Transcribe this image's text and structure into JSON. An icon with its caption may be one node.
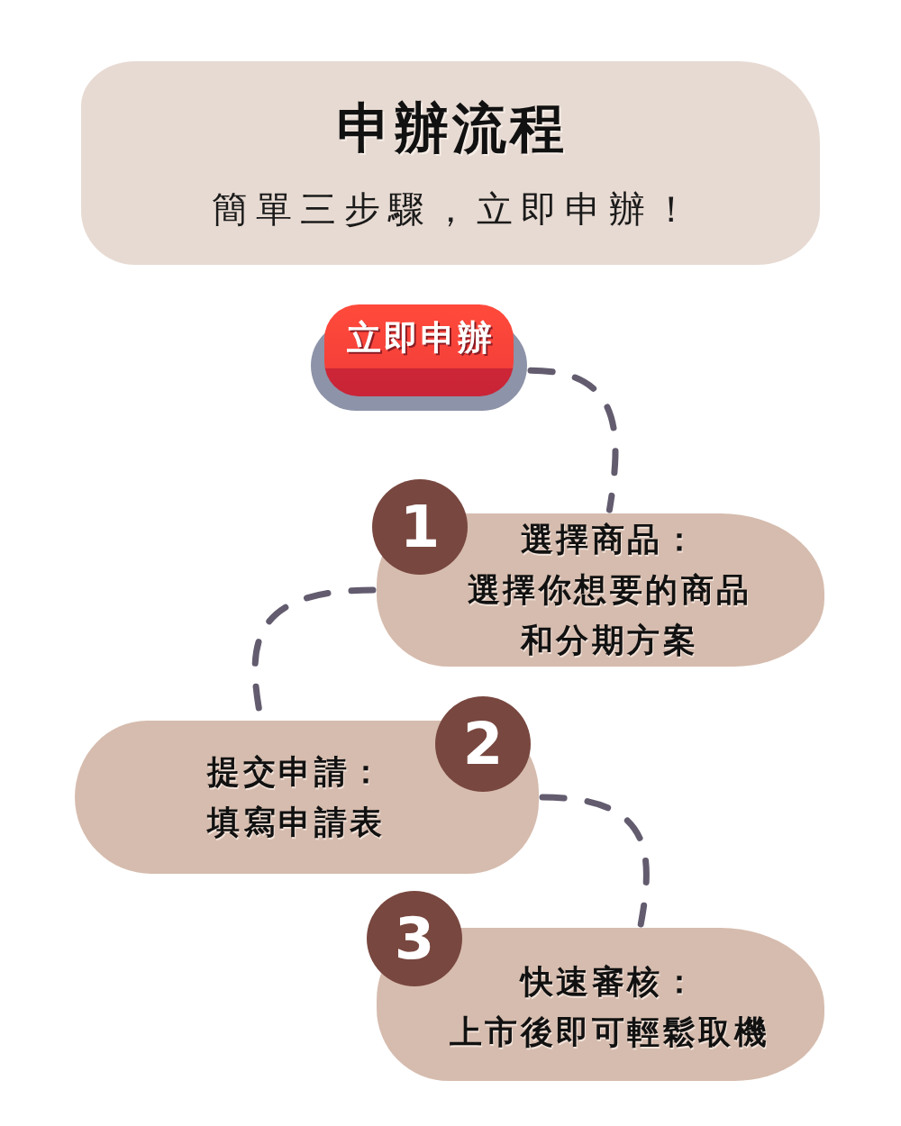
{
  "diagram": {
    "nodes": [
      {
        "text": [
          "申辦流程",
          "簡單三步驟，立即申辦！"
        ]
      },
      {
        "text": [
          "立即申辦"
        ]
      },
      {
        "text": [
          "1"
        ]
      },
      {
        "text": [
          "選擇商品：",
          "選擇你想要的商品和分期方案"
        ]
      },
      {
        "text": [
          "2"
        ]
      },
      {
        "text": [
          "提交申請：",
          "填寫申請表"
        ]
      },
      {
        "text": [
          "3"
        ]
      },
      {
        "text": [
          "快速審核：",
          "上市後即可輕鬆取機"
        ]
      }
    ],
    "edges": [
      {
        "from": 1,
        "to": 3,
        "arrow": "none",
        "style": "dashed"
      },
      {
        "from": 3,
        "to": 5,
        "arrow": "none",
        "style": "dashed"
      },
      {
        "from": 5,
        "to": 7,
        "arrow": "none",
        "style": "dashed"
      }
    ]
  }
}
